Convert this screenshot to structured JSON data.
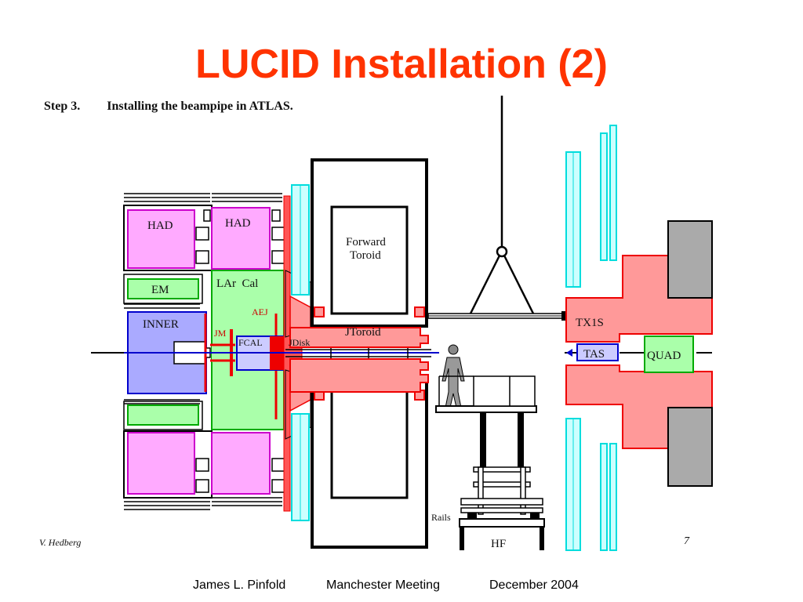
{
  "title": "LUCID Installation (2)",
  "step": {
    "number": "Step 3.",
    "text": "Installing the beampipe in ATLAS."
  },
  "diagram_labels": {
    "had_left": "HAD",
    "had_right": "HAD",
    "em": "EM",
    "inner": "INNER",
    "lar_cal": "LAr  Cal",
    "aej": "AEJ",
    "jm": "JM",
    "fcal": "FCAL",
    "jdisk": "JDisk",
    "forward_toroid_1": "Forward",
    "forward_toroid_2": "Toroid",
    "jtoroid": "JToroid",
    "tx1s": "TX1S",
    "tas": "TAS",
    "quad": "QUAD",
    "rails": "Rails",
    "hf": "HF"
  },
  "author": "V. Hedberg",
  "page_number": "7",
  "footer": {
    "author": "James L. Pinfold",
    "meeting": "Manchester Meeting",
    "date": "December 2004"
  },
  "colors": {
    "title": "#ff3300",
    "had": "#ffaaff",
    "em": "#aaffaa",
    "inner": "#aaaaff",
    "toroid_red": "#ff9999",
    "cyan": "#66ffff",
    "grey": "#aaaaaa"
  }
}
